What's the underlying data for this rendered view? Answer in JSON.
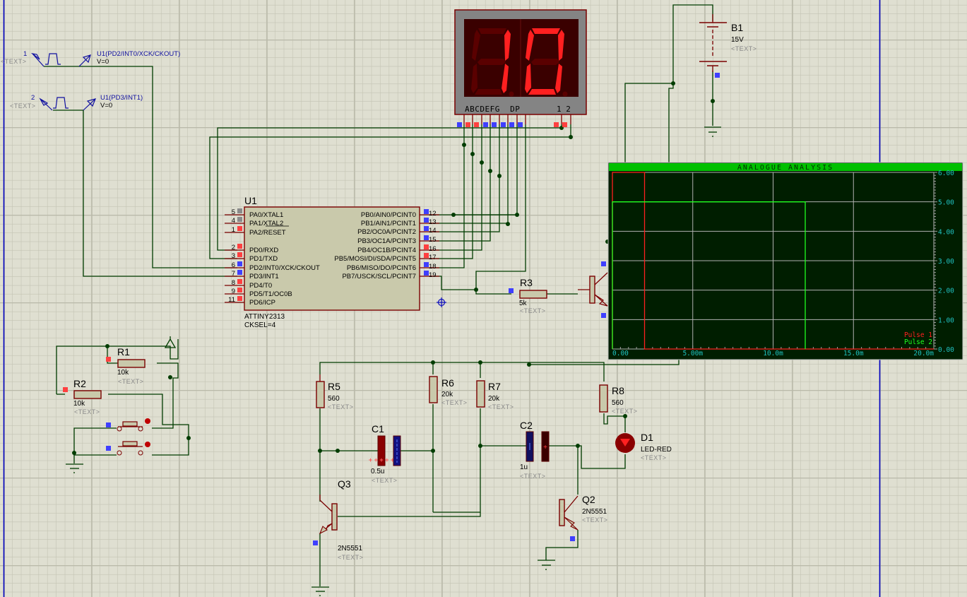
{
  "app": "Proteus ISIS schematic",
  "generators": [
    {
      "num": "1",
      "text": "<TEXT>",
      "probe_label": "U1(PD2/INT0/XCK/CKOUT)",
      "probe_value": "V=0"
    },
    {
      "num": "2",
      "text": "<TEXT>",
      "probe_label": "U1(PD3/INT1)",
      "probe_value": "V=0"
    }
  ],
  "display": {
    "digits": [
      "1",
      "0"
    ],
    "segment_label": "ABCDEFG  DP",
    "common_label": "1 2",
    "color_on": "#ff2020",
    "color_off": "#5a0000"
  },
  "battery": {
    "ref": "B1",
    "value": "15V",
    "text": "<TEXT>"
  },
  "mcu": {
    "ref": "U1",
    "part": "ATTINY2313",
    "prop": "CKSEL=4",
    "left_pins": [
      {
        "num": "5",
        "name": "PA0/XTAL1",
        "state": "float"
      },
      {
        "num": "4",
        "name": "PA1/XTAL2",
        "state": "float"
      },
      {
        "num": "1",
        "name": "PA2/RESET",
        "state": "high"
      },
      {
        "num": "2",
        "name": "PD0/RXD",
        "state": "high"
      },
      {
        "num": "3",
        "name": "PD1/TXD",
        "state": "high"
      },
      {
        "num": "6",
        "name": "PD2/INT0/XCK/CKOUT",
        "state": "low"
      },
      {
        "num": "7",
        "name": "PD3/INT1",
        "state": "low"
      },
      {
        "num": "8",
        "name": "PD4/T0",
        "state": "high"
      },
      {
        "num": "9",
        "name": "PD5/T1/OC0B",
        "state": "high"
      },
      {
        "num": "11",
        "name": "PD6/ICP",
        "state": "high"
      }
    ],
    "right_pins": [
      {
        "num": "12",
        "name": "PB0/AIN0/PCINT0",
        "state": "low"
      },
      {
        "num": "13",
        "name": "PB1/AIN1/PCINT1",
        "state": "low"
      },
      {
        "num": "14",
        "name": "PB2/OC0A/PCINT2",
        "state": "low"
      },
      {
        "num": "15",
        "name": "PB3/OC1A/PCINT3",
        "state": "low"
      },
      {
        "num": "16",
        "name": "PB4/OC1B/PCINT4",
        "state": "high"
      },
      {
        "num": "17",
        "name": "PB5/MOSI/DI/SDA/PCINT5",
        "state": "high"
      },
      {
        "num": "18",
        "name": "PB6/MISO/DO/PCINT6",
        "state": "low"
      },
      {
        "num": "19",
        "name": "PB7/USCK/SCL/PCINT7",
        "state": "low"
      }
    ]
  },
  "components": {
    "R1": {
      "ref": "R1",
      "value": "10k",
      "text": "<TEXT>"
    },
    "R2": {
      "ref": "R2",
      "value": "10k",
      "text": "<TEXT>"
    },
    "R3": {
      "ref": "R3",
      "value": "5k",
      "text": "<TEXT>"
    },
    "R5": {
      "ref": "R5",
      "value": "560",
      "text": "<TEXT>"
    },
    "R6": {
      "ref": "R6",
      "value": "20k",
      "text": "<TEXT>"
    },
    "R7": {
      "ref": "R7",
      "value": "20k",
      "text": "<TEXT>"
    },
    "R8": {
      "ref": "R8",
      "value": "560",
      "text": "<TEXT>"
    },
    "C1": {
      "ref": "C1",
      "value": "0.5u",
      "text": "<TEXT>"
    },
    "C2": {
      "ref": "C2",
      "value": "1u",
      "text": "<TEXT>"
    },
    "D1": {
      "ref": "D1",
      "value": "LED-RED",
      "text": "<TEXT>"
    },
    "Q2": {
      "ref": "Q2",
      "value": "2N5551",
      "text": "<TEXT>"
    },
    "Q3": {
      "ref": "Q3",
      "value": "2N5551",
      "text": "<TEXT>"
    }
  },
  "chart_data": {
    "type": "line",
    "title": "ANALOGUE ANALYSIS",
    "xlabel": "",
    "ylabel": "",
    "xlim": [
      0,
      0.02
    ],
    "ylim": [
      0,
      6
    ],
    "grid": true,
    "legend": "bottom-right",
    "x_ticks": [
      "0.00",
      "5.00m",
      "10.0m",
      "15.0m",
      "20.0m"
    ],
    "y_ticks": [
      "0.00",
      "1.00",
      "2.00",
      "3.00",
      "4.00",
      "5.00",
      "6.00"
    ],
    "series": [
      {
        "name": "Pulse 1",
        "color": "#ff2020",
        "x": [
          0,
          0,
          0.002,
          0.002,
          0.02
        ],
        "y": [
          0,
          6,
          6,
          0,
          0
        ]
      },
      {
        "name": "Pulse 2",
        "color": "#20ff20",
        "x": [
          0,
          0,
          0.012,
          0.012
        ],
        "y": [
          0,
          5,
          5,
          0
        ]
      }
    ]
  }
}
